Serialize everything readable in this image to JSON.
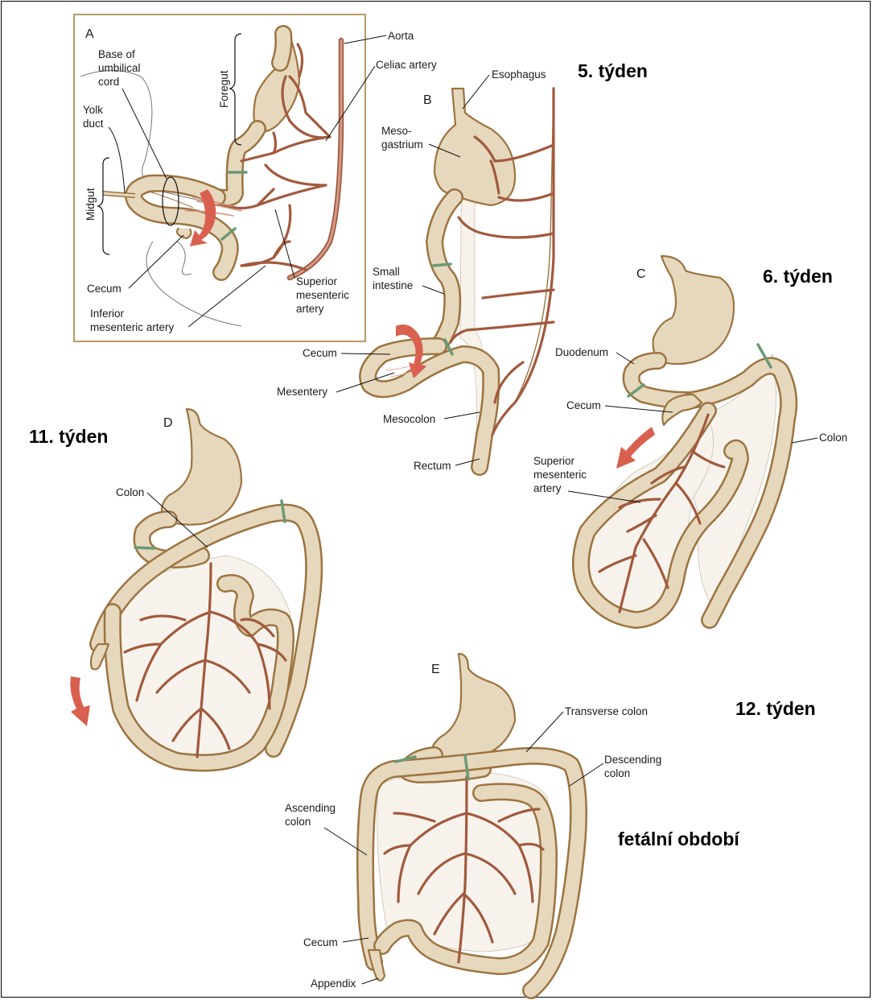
{
  "panels": {
    "a": {
      "letter": "A",
      "labels": {
        "aorta": "Aorta",
        "celiac": "Celiac artery",
        "base_cord": "Base of umbilical cord",
        "foregut": "Foregut",
        "yolk_duct": "Yolk duct",
        "midgut": "Midgut",
        "cecum": "Cecum",
        "inferior_mesenteric": "Inferior mesenteric artery",
        "superior_mesenteric": "Superior mesenteric artery"
      }
    },
    "b": {
      "letter": "B",
      "labels": {
        "esophagus": "Esophagus",
        "mesogastrium": "Meso- gastrium",
        "small_intestine": "Small intestine",
        "cecum": "Cecum",
        "mesentery": "Mesentery",
        "mesocolon": "Mesocolon",
        "rectum": "Rectum"
      }
    },
    "c": {
      "letter": "C",
      "labels": {
        "duodenum": "Duodenum",
        "cecum": "Cecum",
        "colon": "Colon",
        "superior_mesenteric": "Superior mesenteric artery"
      }
    },
    "d": {
      "letter": "D",
      "labels": {
        "colon": "Colon"
      }
    },
    "e": {
      "letter": "E",
      "labels": {
        "transverse_colon": "Transverse colon",
        "descending_colon": "Descending colon",
        "ascending_colon": "Ascending colon",
        "cecum": "Cecum",
        "appendix": "Appendix"
      }
    }
  },
  "stages": {
    "week5": "5. týden",
    "week6": "6. týden",
    "week11": "11. týden",
    "week12": "12. týden",
    "fetal": "fetální období"
  },
  "colors": {
    "gut_fill": "#e6d8bd",
    "gut_outline": "#9c7440",
    "artery": "#a2593d",
    "rotation_arrow": "#d9604f",
    "boundary_marker": "#6a9a76"
  }
}
